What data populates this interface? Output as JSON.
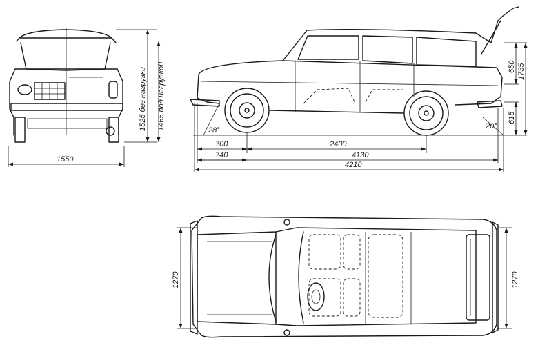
{
  "dimensions": {
    "front_track": "1550",
    "height_unloaded": "1525 без нагрузки",
    "height_loaded": "1465 под нагрузкой",
    "front_overhang": "700",
    "front_overhang_2": "740",
    "wheelbase": "2400",
    "length_1": "4130",
    "length_2": "4210",
    "approach_angle": "28°",
    "departure_angle": "20°",
    "height_650": "650",
    "height_1735": "1735",
    "height_615": "615",
    "top_width_left": "1270",
    "top_width_right": "1270"
  }
}
